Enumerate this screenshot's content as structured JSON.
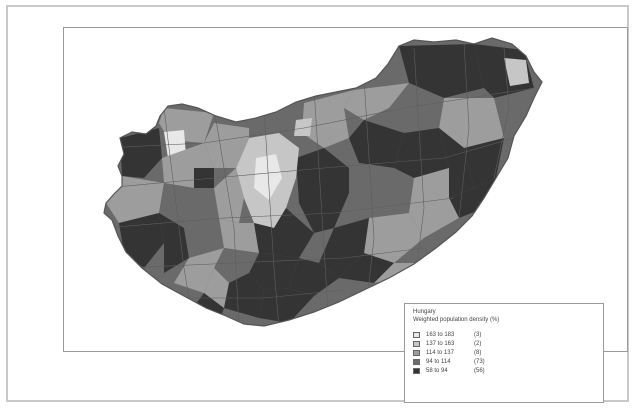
{
  "legend": {
    "title_line1": "Hungary",
    "title_line2": "Weighted population density (%)",
    "items": [
      {
        "range": "163 to 183",
        "count": "(3)",
        "color": "#e8e8e8"
      },
      {
        "range": "137 to 163",
        "count": "(2)",
        "color": "#c6c6c6"
      },
      {
        "range": "114 to 137",
        "count": "(8)",
        "color": "#9d9d9d"
      },
      {
        "range": "94 to 114",
        "count": "(73)",
        "color": "#6a6a6a"
      },
      {
        "range": "58 to 94",
        "count": "(56)",
        "color": "#343434"
      }
    ]
  },
  "colors": {
    "border": "#5e5e5e",
    "class_1": "#e8e8e8",
    "class_2": "#c6c6c6",
    "class_3": "#9d9d9d",
    "class_4": "#6a6a6a",
    "class_5": "#343434"
  }
}
